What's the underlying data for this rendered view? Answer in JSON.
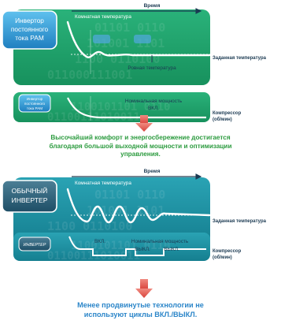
{
  "panel_pam": {
    "badge_line1": "Инвертор",
    "badge_line2": "постоянного",
    "badge_line3": "тока РАМ",
    "small_badge_line1": "Инвертор",
    "small_badge_line2": "постоянного",
    "small_badge_line3": "тока РАМ",
    "time_label": "Время",
    "room_temp_label": "Комнатная температура",
    "even_temp_label": "Ровная температура",
    "nominal_power_label": "Номинальная мощность",
    "on_label": "ВКЛ."
  },
  "panel_regular": {
    "badge_line1": "ОБЫЧНЫЙ",
    "badge_line2": "ИНВЕРТЕР",
    "small_badge": "ИНВЕРТЕР",
    "time_label": "Время",
    "room_temp_label": "Комнатная температура",
    "nominal_power_label": "Номинальная мощность",
    "on_label": "ВКЛ.",
    "off_label_1": "ВЫКЛ.",
    "off_label_2": "ВЫКЛ."
  },
  "side_labels": {
    "set_temp_1": "Заданная температура",
    "compressor_1_line1": "Компрессор",
    "compressor_1_line2": "(об/мин)",
    "set_temp_2": "Заданная температура",
    "compressor_2_line1": "Компрессор",
    "compressor_2_line2": "(об/мин)"
  },
  "captions": {
    "top_line1": "Высочайший комфорт и энергосбережение достигается",
    "top_line2": "благодаря большой выходной мощности и оптимизации",
    "top_line3": "управления.",
    "bottom_line1": "Менее продвинутые технологии не",
    "bottom_line2": "используют циклы ВКЛ./ВЫКЛ."
  },
  "colors": {
    "pam_panel": "#1fa06b",
    "regular_panel": "#1f8fa0",
    "arrow": "#e15a52",
    "caption_top": "#2c9b3f",
    "caption_bottom": "#2c86c9"
  }
}
